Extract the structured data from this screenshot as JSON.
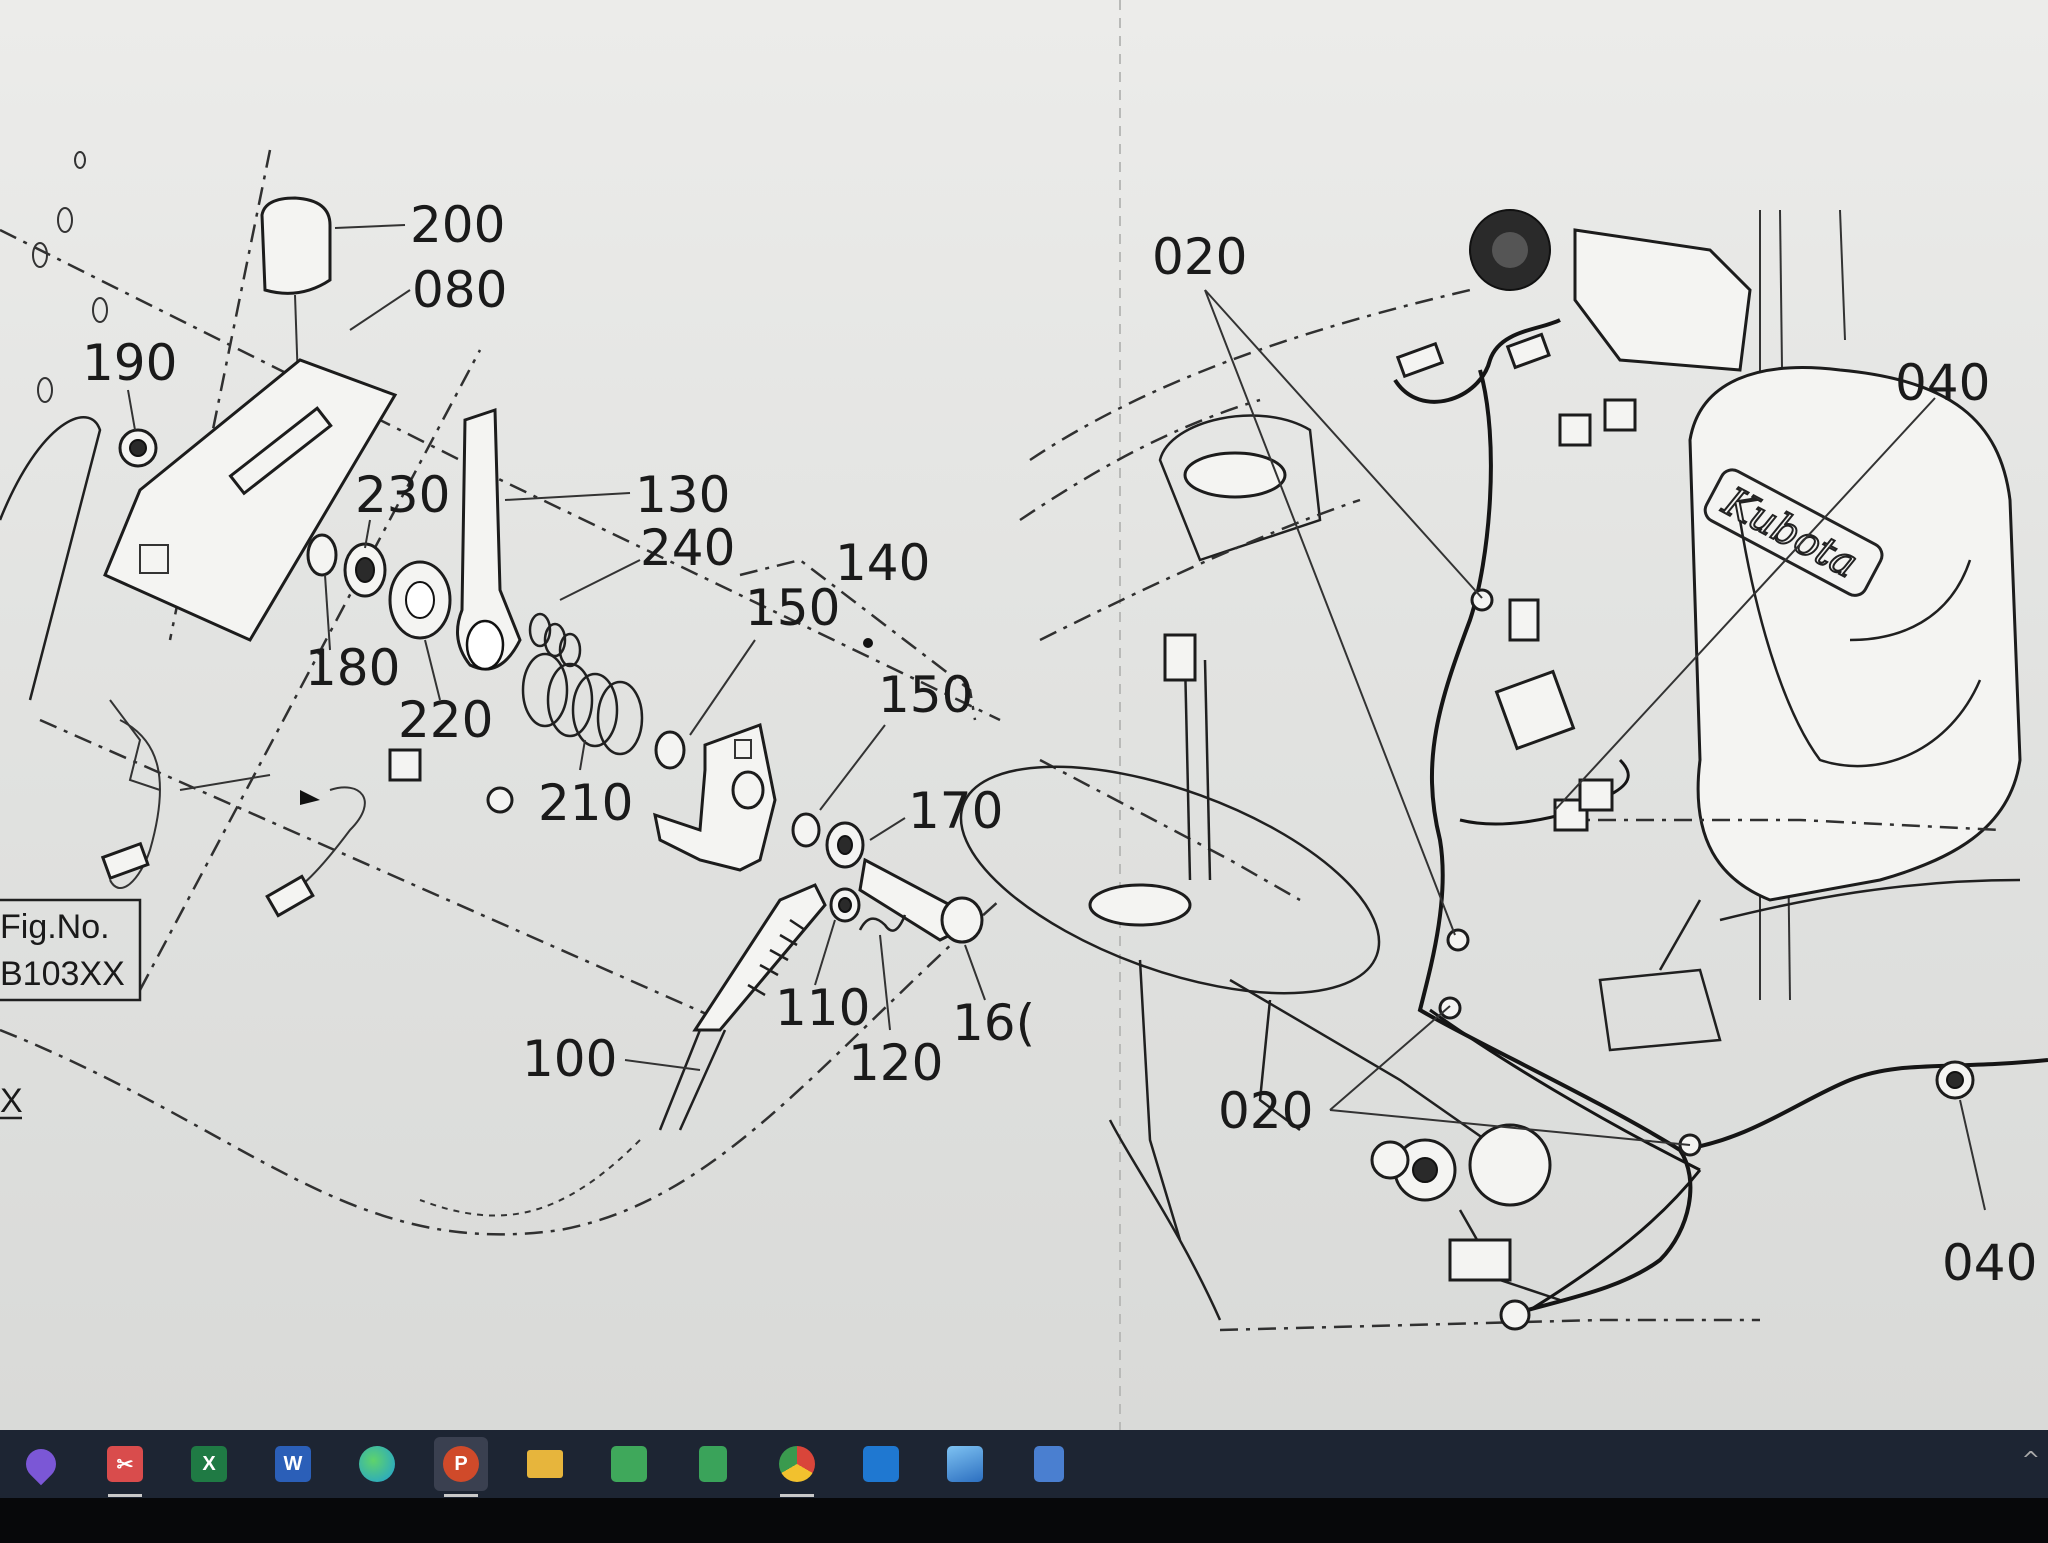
{
  "diagram": {
    "left_view": {
      "callouts": [
        "200",
        "080",
        "190",
        "230",
        "130",
        "240",
        "140",
        "150",
        "150",
        "180",
        "220",
        "210",
        "170",
        "110",
        "120",
        "100",
        "16("
      ],
      "fig_label": "Fig.No.",
      "fig_number": "B103XX",
      "edge_letter": "X"
    },
    "right_view": {
      "callouts": [
        "020",
        "040",
        "020",
        "040"
      ],
      "seat_brand": "Kubota"
    }
  },
  "taskbar": {
    "icons": [
      {
        "name": "paint-drop-icon",
        "glyph": "",
        "color": "#7b57d6"
      },
      {
        "name": "snipping-tool-icon",
        "glyph": "✂",
        "color": "#d94c4c"
      },
      {
        "name": "excel-icon",
        "glyph": "X",
        "color": "#1f7a44"
      },
      {
        "name": "word-icon",
        "glyph": "W",
        "color": "#2b5fb8"
      },
      {
        "name": "edge-browser-icon",
        "glyph": "",
        "color": "#1e9fd6"
      },
      {
        "name": "powerpoint-icon",
        "glyph": "P",
        "color": "#d04a2a"
      },
      {
        "name": "file-explorer-icon",
        "glyph": "",
        "color": "#e7b53c"
      },
      {
        "name": "cloud-app-icon",
        "glyph": "",
        "color": "#3fa85b"
      },
      {
        "name": "notes-app-icon",
        "glyph": "",
        "color": "#3aa35a"
      },
      {
        "name": "chrome-icon",
        "glyph": "",
        "color": "#d9453a"
      },
      {
        "name": "maps-app-icon",
        "glyph": "",
        "color": "#1f78d1"
      },
      {
        "name": "photos-icon",
        "glyph": "",
        "color": "#2c8be0"
      },
      {
        "name": "calculator-icon",
        "glyph": "",
        "color": "#4a7fd0"
      }
    ],
    "tray_chevron": "^"
  }
}
